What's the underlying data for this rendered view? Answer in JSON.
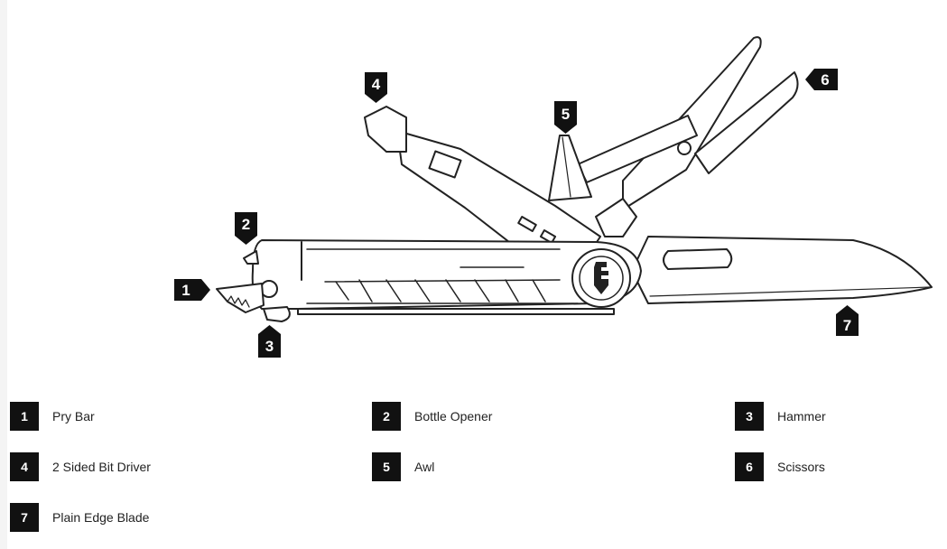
{
  "callouts": [
    "1",
    "2",
    "3",
    "4",
    "5",
    "6",
    "7"
  ],
  "legend": [
    {
      "num": "1",
      "label": "Pry Bar"
    },
    {
      "num": "2",
      "label": "Bottle Opener"
    },
    {
      "num": "3",
      "label": "Hammer"
    },
    {
      "num": "4",
      "label": "2 Sided Bit Driver"
    },
    {
      "num": "5",
      "label": "Awl"
    },
    {
      "num": "6",
      "label": "Scissors"
    },
    {
      "num": "7",
      "label": "Plain Edge Blade"
    }
  ],
  "colors": {
    "badge": "#111111",
    "line": "#222222",
    "fill": "#ffffff"
  }
}
